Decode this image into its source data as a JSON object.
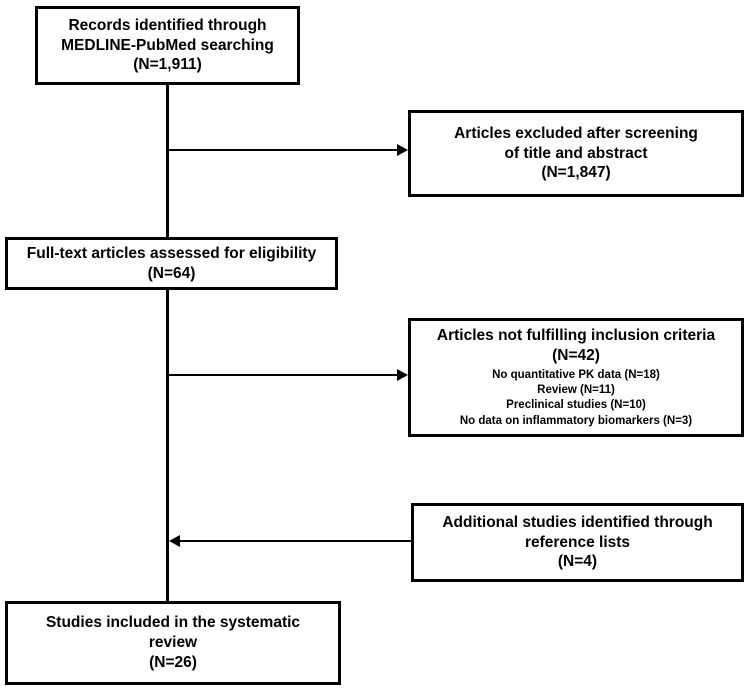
{
  "diagram": {
    "type": "prisma-flow-diagram",
    "nodes": [
      {
        "id": "records-identified",
        "lines": [
          "Records identified through",
          "MEDLINE-PubMed searching",
          "(N=1,911)"
        ],
        "count": 1911
      },
      {
        "id": "articles-excluded-screening",
        "lines": [
          "Articles excluded after screening",
          "of title and abstract",
          "(N=1,847)"
        ],
        "count": 1847
      },
      {
        "id": "fulltext-assessed",
        "lines": [
          "Full-text articles assessed for eligibility",
          "(N=64)"
        ],
        "count": 64
      },
      {
        "id": "not-fulfilling-criteria",
        "lines": [
          "Articles not fulfilling inclusion criteria",
          "(N=42)"
        ],
        "count": 42,
        "sub_items": [
          "No quantitative PK data (N=18)",
          "Review (N=11)",
          "Preclinical studies (N=10)",
          "No data on inflammatory biomarkers (N=3)"
        ]
      },
      {
        "id": "additional-studies",
        "lines": [
          "Additional studies identified through",
          "reference lists",
          "(N=4)"
        ],
        "count": 4
      },
      {
        "id": "studies-included",
        "lines": [
          "Studies included in the systematic",
          "review",
          "(N=26)"
        ],
        "count": 26
      }
    ],
    "connectors": [
      {
        "id": "trunk-main",
        "from": "records-identified",
        "to": "studies-included",
        "direction": "down"
      },
      {
        "id": "branch-excluded-screening",
        "from": "trunk-main",
        "to": "articles-excluded-screening",
        "direction": "right"
      },
      {
        "id": "branch-not-fulfilling",
        "from": "trunk-main",
        "to": "not-fulfilling-criteria",
        "direction": "right"
      },
      {
        "id": "branch-additional-studies",
        "from": "additional-studies",
        "to": "trunk-main",
        "direction": "left"
      }
    ],
    "colors": {
      "stroke": "#000000",
      "background": "#ffffff",
      "text": "#000000"
    }
  }
}
